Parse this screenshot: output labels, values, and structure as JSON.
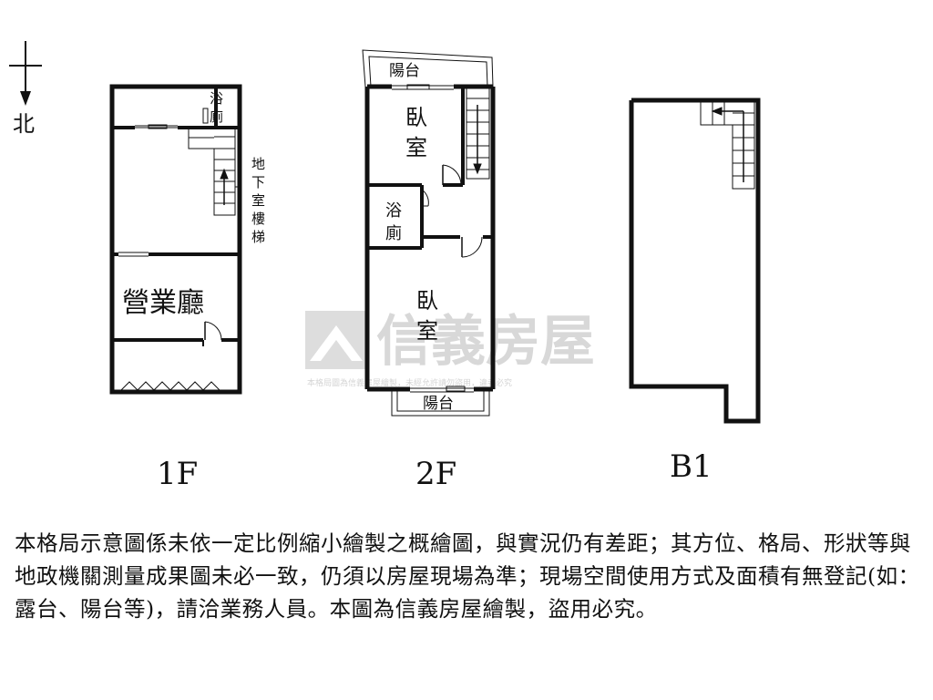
{
  "compass": {
    "label": "北"
  },
  "floors": [
    {
      "id": "1F",
      "label": "1F"
    },
    {
      "id": "2F",
      "label": "2F"
    },
    {
      "id": "B1",
      "label": "B1"
    }
  ],
  "rooms_1f": {
    "bath_1": "浴",
    "bath_2": "廁",
    "stairs_note": [
      "地",
      "下",
      "室",
      "樓",
      "梯"
    ],
    "hall": "營業廳"
  },
  "rooms_2f": {
    "balcony_top": "陽台",
    "bedroom_top_1": "臥",
    "bedroom_top_2": "室",
    "bath_1": "浴",
    "bath_2": "廁",
    "bedroom_bottom_1": "臥",
    "bedroom_bottom_2": "室",
    "balcony_bottom": "陽台"
  },
  "watermark": {
    "brand": "信義房屋",
    "notice": "本格局圖為信義房屋繪製，未經允許請勿盜用，違者必究"
  },
  "disclaimer": "本格局示意圖係未依一定比例縮小繪製之概繪圖，與實況仍有差距；其方位、格局、形狀等與地政機關測量成果圖未必一致，仍須以房屋現場為準；現場空間使用方式及面積有無登記(如：露台、陽台等)，請洽業務人員。本圖為信義房屋繪製，盜用必究。"
}
